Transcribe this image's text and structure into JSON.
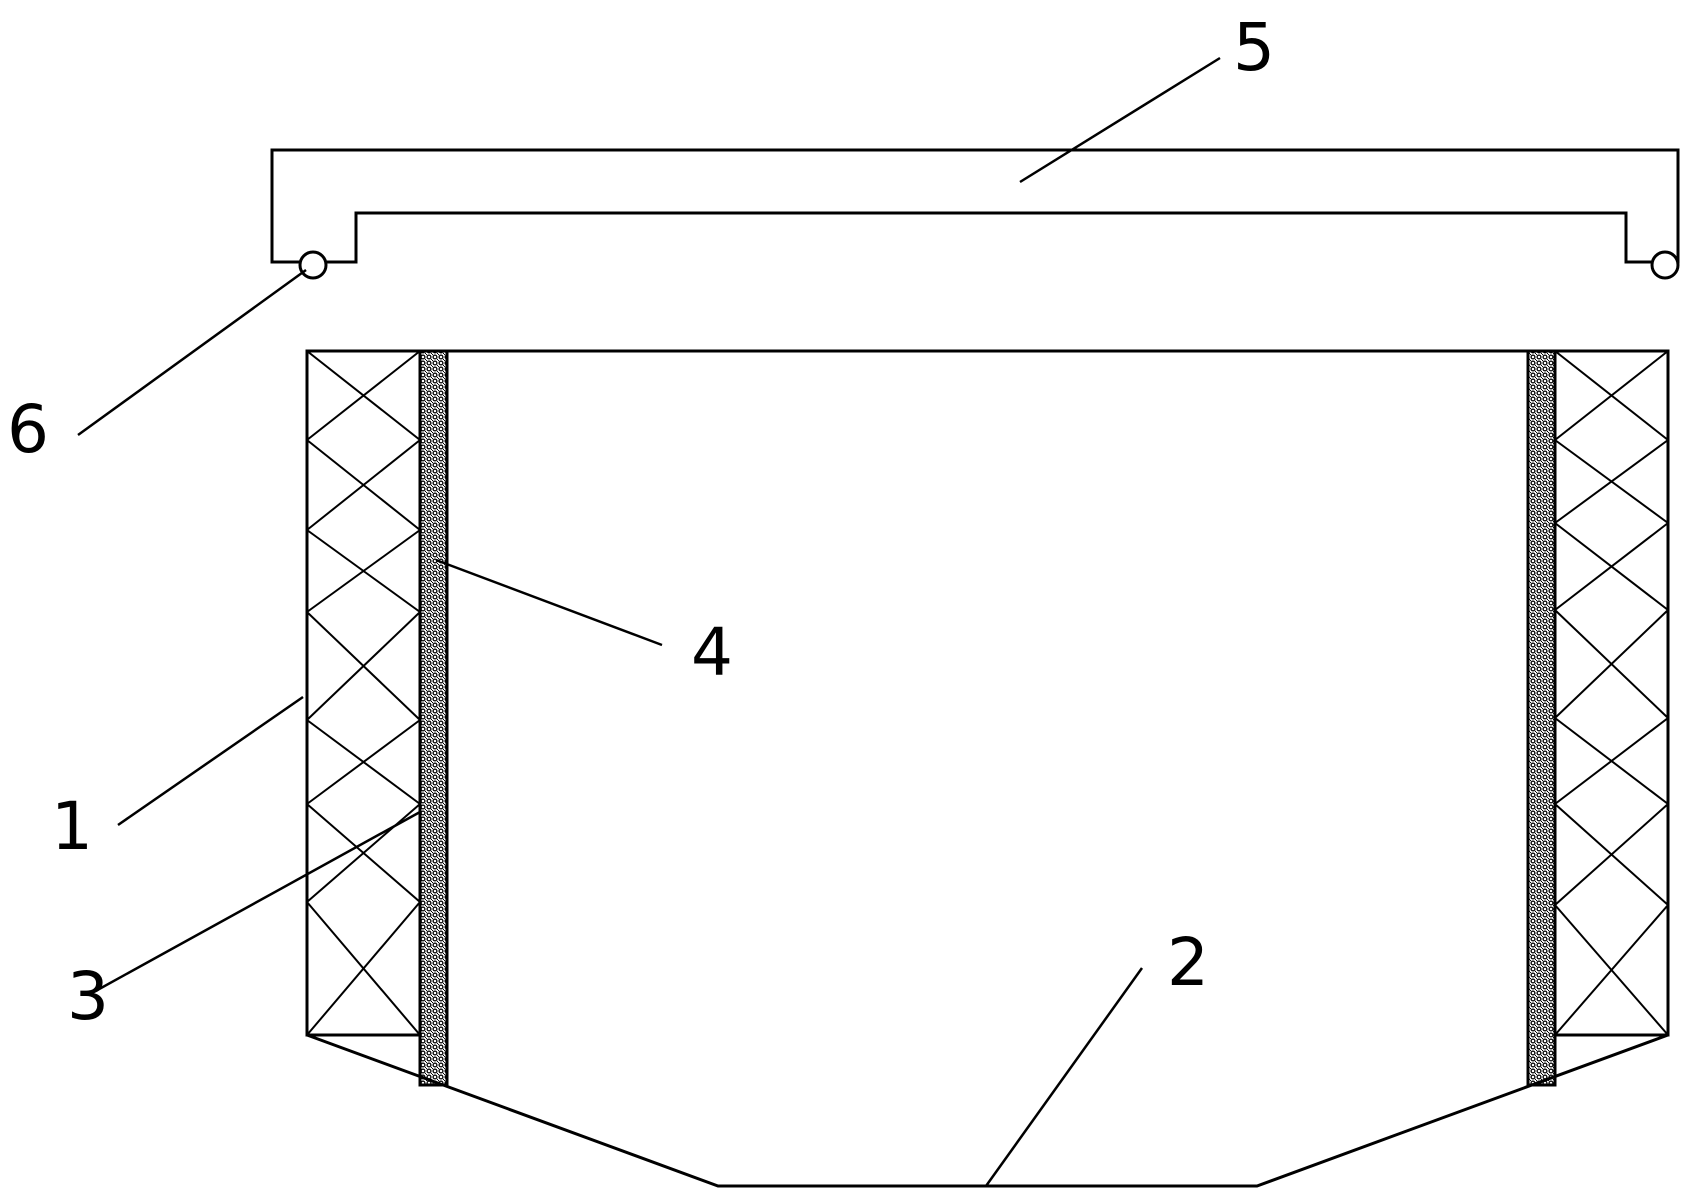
{
  "labels": {
    "part_1": "1",
    "part_2": "2",
    "part_3": "3",
    "part_4": "4",
    "part_5": "5",
    "part_6": "6"
  },
  "colors": {
    "stroke": "#000000",
    "background": "#ffffff"
  }
}
